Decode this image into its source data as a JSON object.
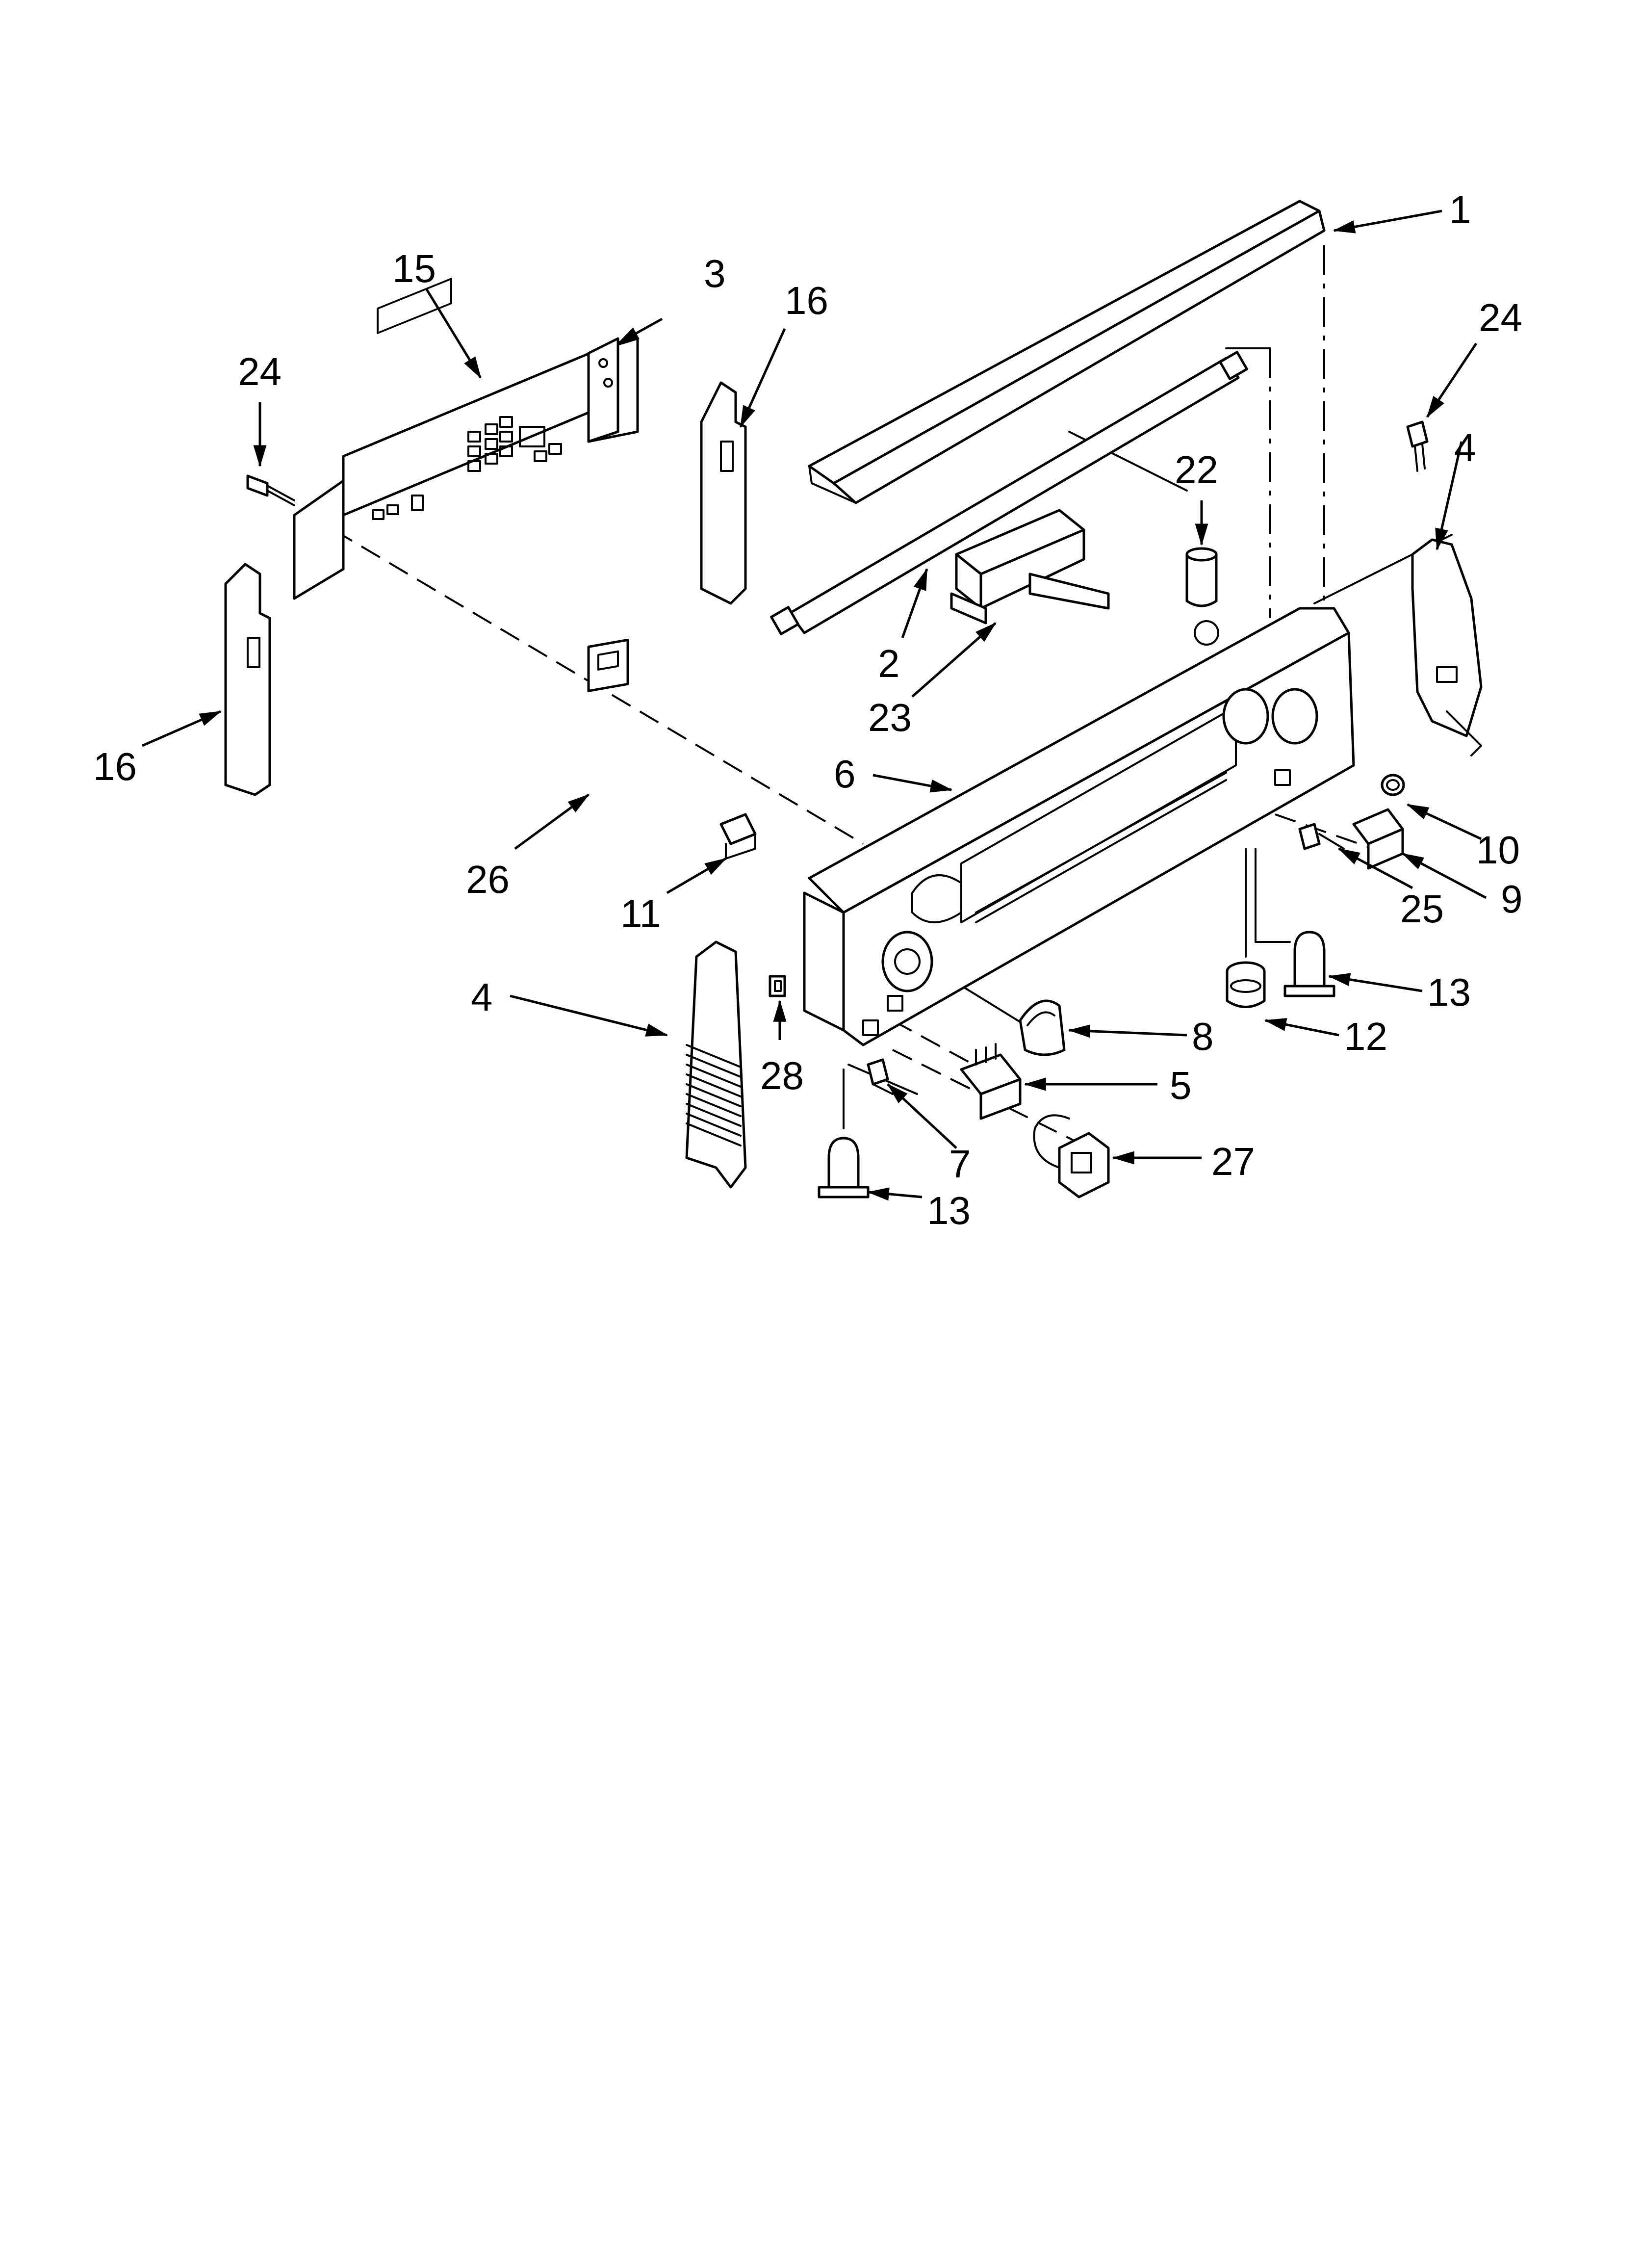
{
  "callouts": [
    {
      "id": "c1",
      "label": "1"
    },
    {
      "id": "c2",
      "label": "2"
    },
    {
      "id": "c3",
      "label": "3"
    },
    {
      "id": "c4a",
      "label": "4"
    },
    {
      "id": "c4b",
      "label": "4"
    },
    {
      "id": "c5",
      "label": "5"
    },
    {
      "id": "c6",
      "label": "6"
    },
    {
      "id": "c7",
      "label": "7"
    },
    {
      "id": "c8",
      "label": "8"
    },
    {
      "id": "c9",
      "label": "9"
    },
    {
      "id": "c10",
      "label": "10"
    },
    {
      "id": "c11",
      "label": "11"
    },
    {
      "id": "c12",
      "label": "12"
    },
    {
      "id": "c13a",
      "label": "13"
    },
    {
      "id": "c13b",
      "label": "13"
    },
    {
      "id": "c15",
      "label": "15"
    },
    {
      "id": "c16a",
      "label": "16"
    },
    {
      "id": "c16b",
      "label": "16"
    },
    {
      "id": "c22",
      "label": "22"
    },
    {
      "id": "c23",
      "label": "23"
    },
    {
      "id": "c24a",
      "label": "24"
    },
    {
      "id": "c24b",
      "label": "24"
    },
    {
      "id": "c25",
      "label": "25"
    },
    {
      "id": "c26",
      "label": "26"
    },
    {
      "id": "c27",
      "label": "27"
    },
    {
      "id": "c28",
      "label": "28"
    }
  ]
}
